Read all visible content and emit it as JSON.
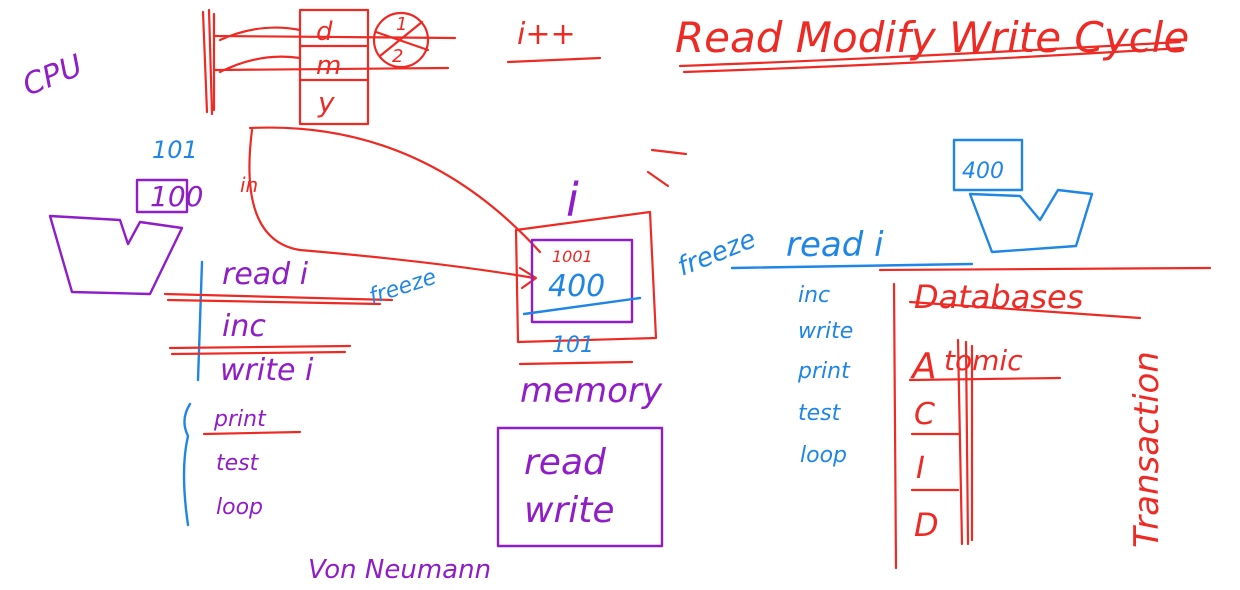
{
  "title": "Read Modify Write Cycle",
  "increment": "i++",
  "cpu_label": "CPU",
  "registers": [
    "d",
    "m",
    "y"
  ],
  "pie_values": [
    "1",
    "2"
  ],
  "left_values": {
    "top": "101",
    "box": "100"
  },
  "in_label": "in",
  "left_steps": [
    "read i",
    "inc",
    "write i"
  ],
  "left_freeze": "freeze",
  "left_after": [
    "print",
    "test",
    "loop"
  ],
  "variable": "i",
  "memory_values": {
    "top": "1001",
    "main": "400",
    "under": "101"
  },
  "memory_label": "memory",
  "memory_ops": [
    "read",
    "write"
  ],
  "von_neumann": "Von Neumann",
  "right_freeze": "freeze",
  "right_read": "read i",
  "right_steps": [
    "inc",
    "write",
    "print",
    "test",
    "loop"
  ],
  "right_box_value": "400",
  "databases_title": "Databases",
  "acid": [
    "A",
    "C",
    "I",
    "D"
  ],
  "atomic_rest": "tomic",
  "transaction": "Transaction",
  "colors": {
    "red": "#ee2a24",
    "purple": "#8f1ec8",
    "blue": "#1f86e6"
  }
}
